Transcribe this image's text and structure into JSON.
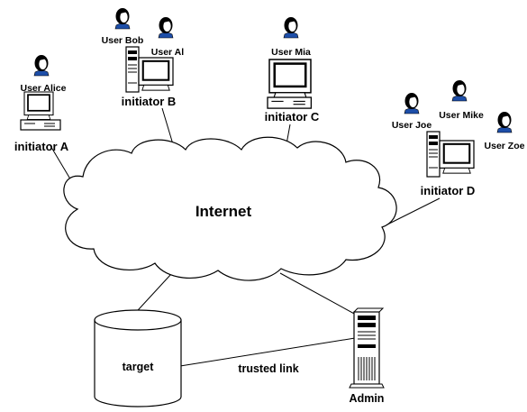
{
  "diagram": {
    "cloud_label": "Internet",
    "initiators": [
      {
        "name": "initiator A",
        "users": [
          "User Alice"
        ]
      },
      {
        "name": "initiator B",
        "users": [
          "User Bob",
          "User Al"
        ]
      },
      {
        "name": "initiator C",
        "users": [
          "User Mia"
        ]
      },
      {
        "name": "initiator D",
        "users": [
          "User Joe",
          "User Mike",
          "User Zoe"
        ]
      }
    ],
    "target": {
      "name": "target"
    },
    "admin": {
      "name": "Admin"
    },
    "link_label": "trusted link"
  },
  "icons": [
    "user-icon",
    "computer-icon",
    "tower-computer-icon",
    "server-tower-icon",
    "database-cylinder-icon",
    "cloud-icon"
  ]
}
